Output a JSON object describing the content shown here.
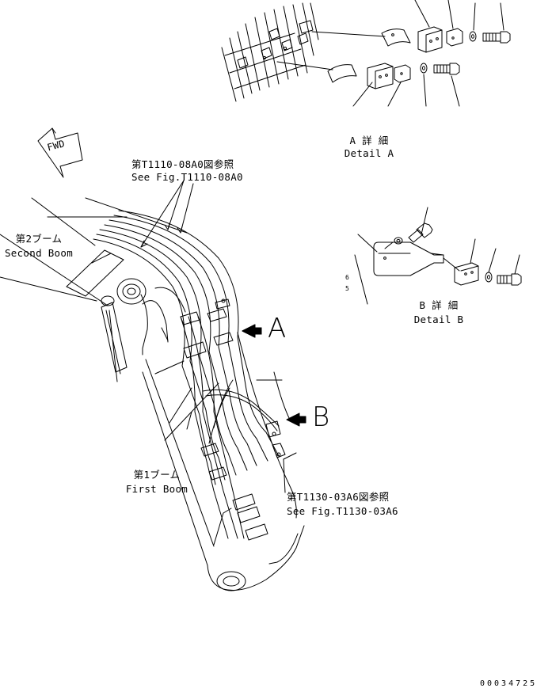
{
  "direction_marker": "FWD",
  "callouts": {
    "ref_upper_jp": "第T1110-08A0図参照",
    "ref_upper_en": "See Fig.T1110-08A0",
    "ref_lower_jp": "第T1130-03A6図参照",
    "ref_lower_en": "See Fig.T1130-03A6",
    "second_boom_jp": "第2ブーム",
    "second_boom_en": "Second Boom",
    "first_boom_jp": "第1ブーム",
    "first_boom_en": "First Boom",
    "view_a": "A",
    "view_b": "B"
  },
  "details": {
    "a_jp": "A 詳 細",
    "a_en": "Detail A",
    "b_jp": "B 詳 細",
    "b_en": "Detail B",
    "b_small_1": "6",
    "b_small_2": "5"
  },
  "document_number": "00034725",
  "colors": {
    "ink": "#000000",
    "paper": "#ffffff"
  }
}
